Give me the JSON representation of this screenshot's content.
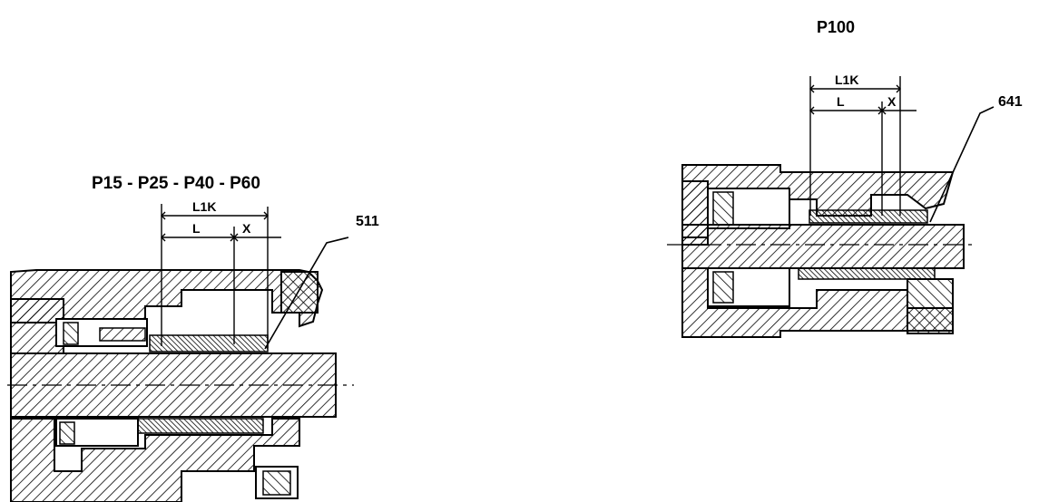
{
  "left_drawing": {
    "title": "P15 - P25 - P40 - P60",
    "dim_total": "L1K",
    "dim_l": "L",
    "dim_x": "X",
    "callout": "511"
  },
  "right_drawing": {
    "title": "P100",
    "dim_total": "L1K",
    "dim_l": "L",
    "dim_x": "X",
    "callout": "641"
  }
}
